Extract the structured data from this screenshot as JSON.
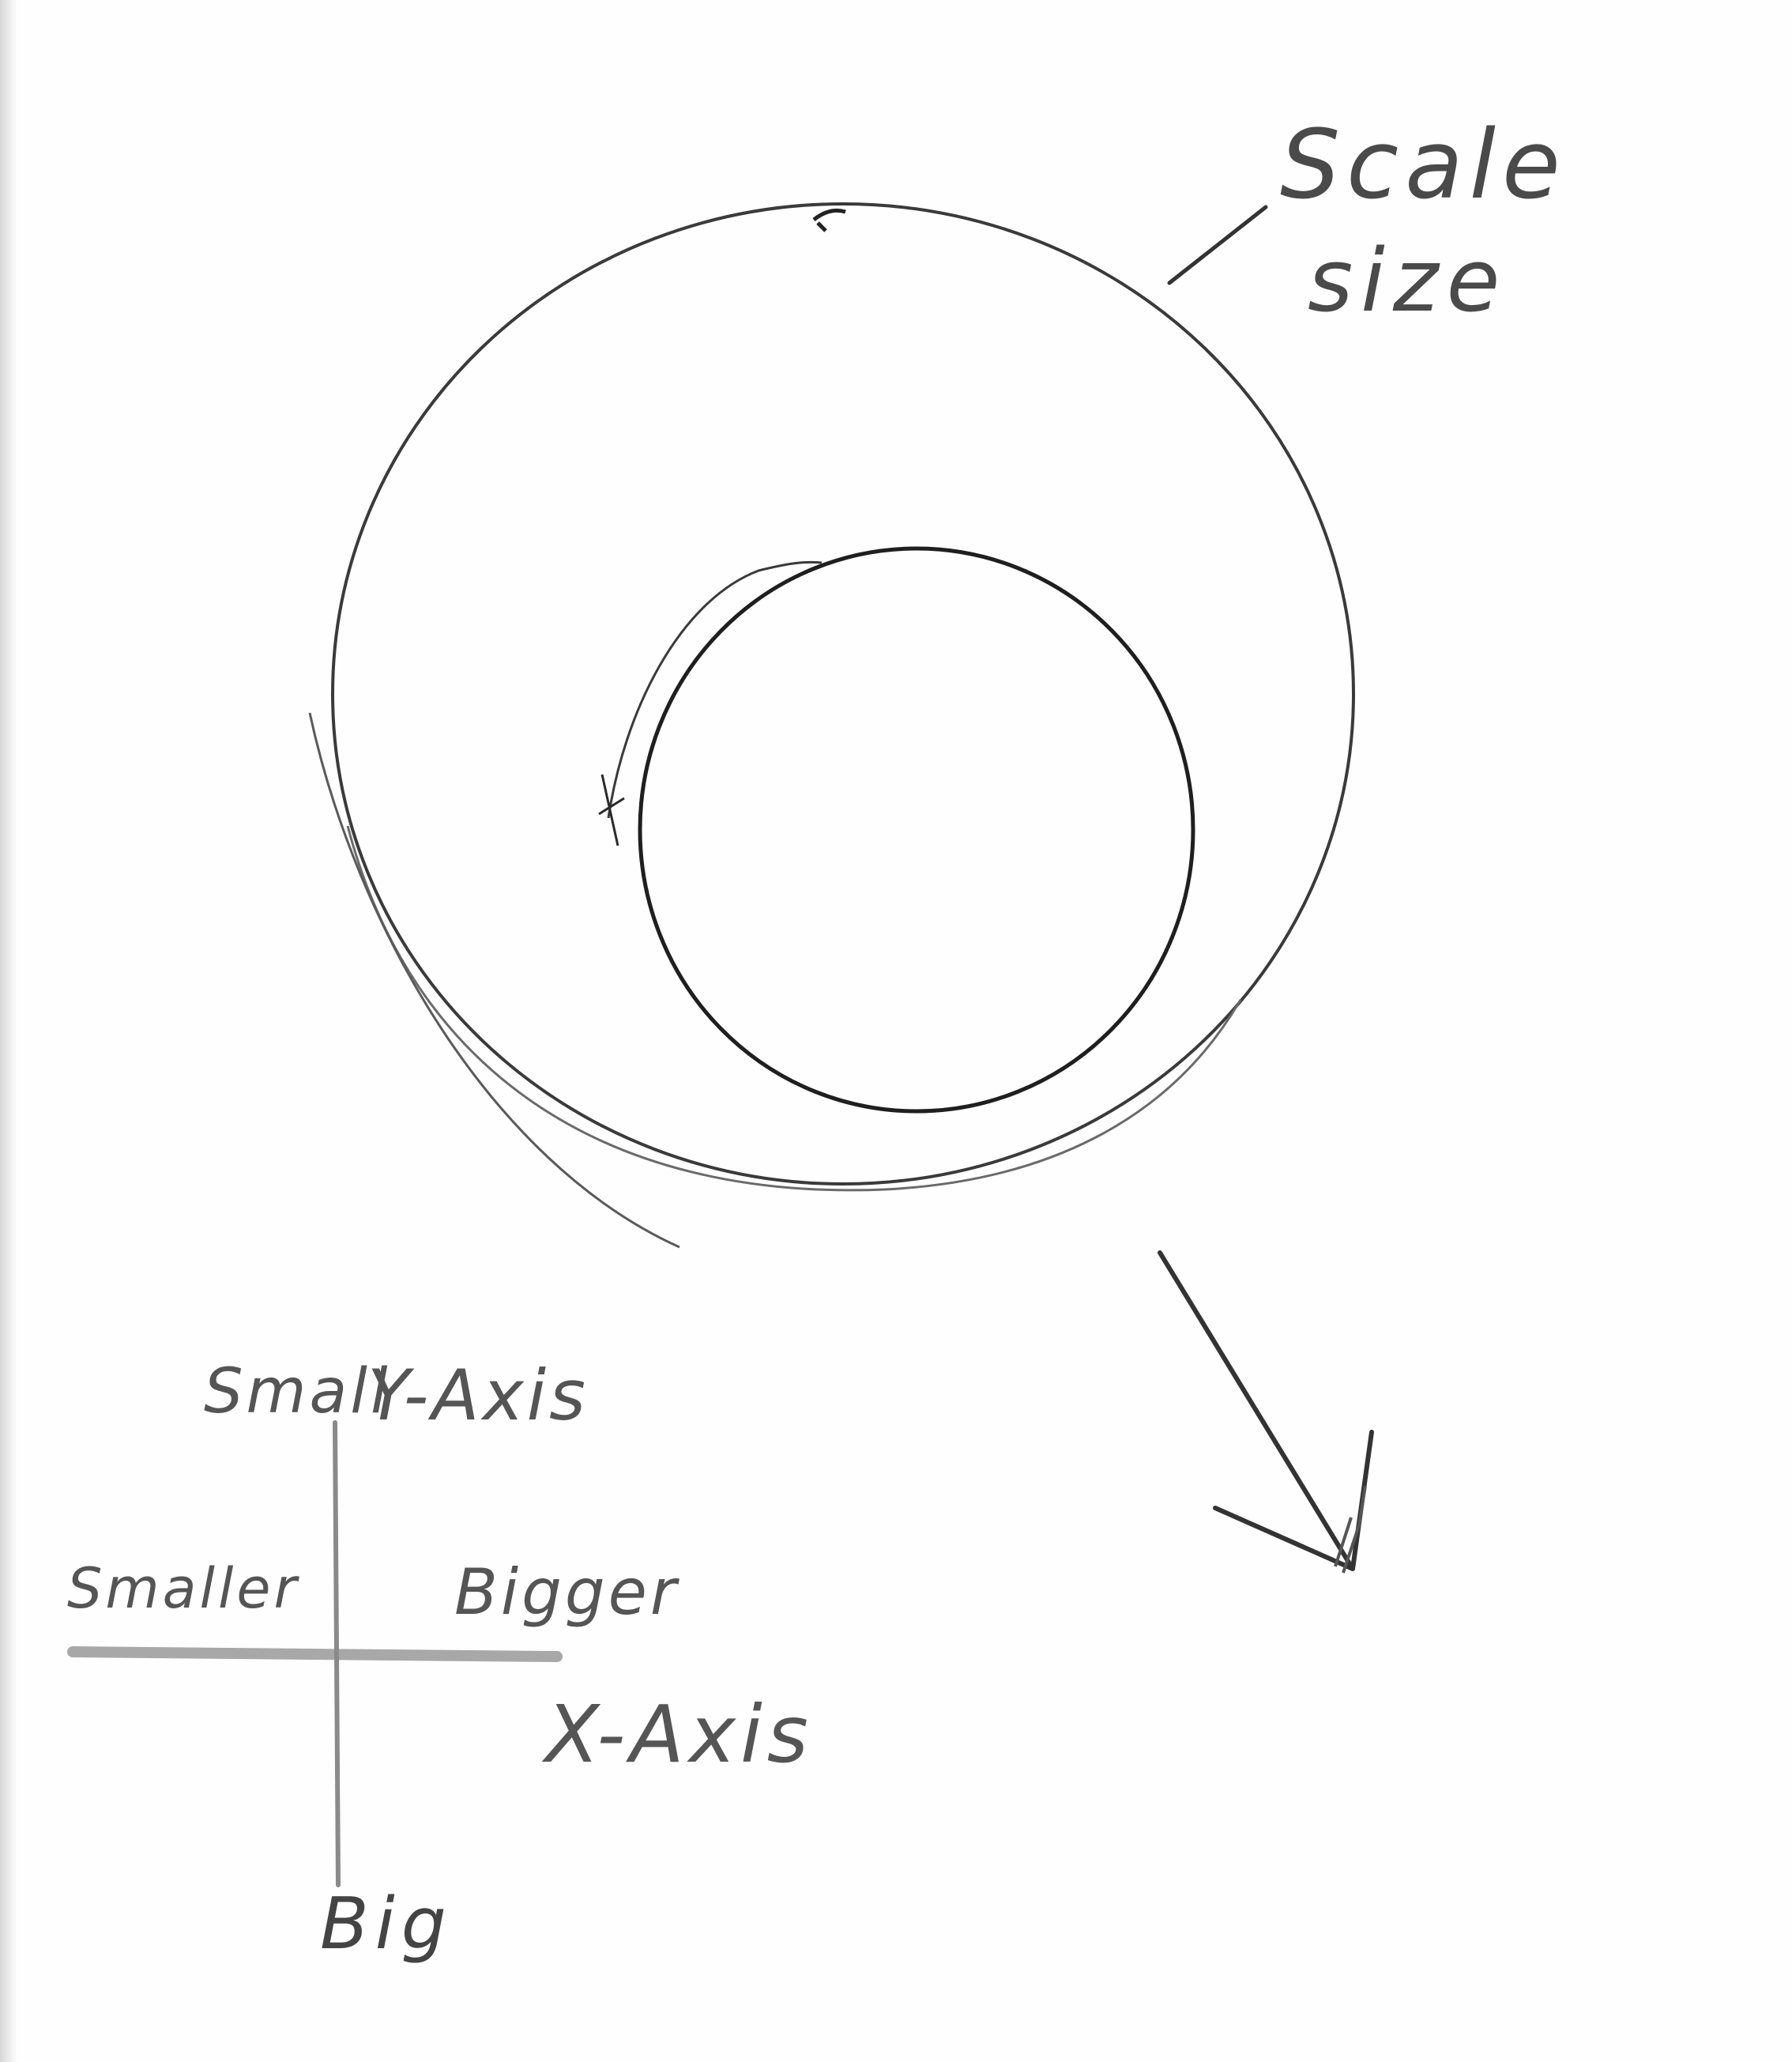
{
  "labels": {
    "scale": "Scale",
    "size": "size",
    "y_axis_top": "Small",
    "y_axis_title": "Y-Axis",
    "x_axis_left": "Smaller",
    "x_axis_right": "Bigger",
    "x_axis_title": "X-Axis",
    "y_axis_bottom": "Big"
  },
  "colors": {
    "paper": "#fefefe",
    "pencil_dark": "#2b2b2b",
    "pencil_light": "#9a9a9a"
  }
}
